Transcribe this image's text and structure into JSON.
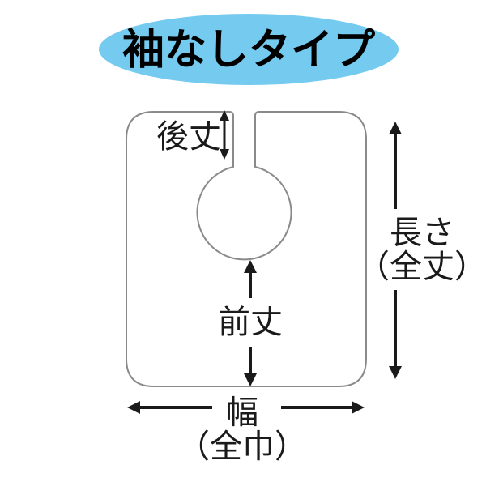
{
  "title": {
    "text": "袖なしタイプ",
    "bg_color": "#74caef",
    "text_color": "#000000"
  },
  "diagram": {
    "description": "sleeveless cape measurement diagram",
    "outline_color": "#8a8a8a",
    "arrow_color": "#1a1a1a",
    "labels": {
      "back_length": "後丈",
      "front_length": "前丈",
      "total_length": [
        "長さ",
        "（全丈）"
      ],
      "width": [
        "幅",
        "（全巾）"
      ]
    }
  }
}
